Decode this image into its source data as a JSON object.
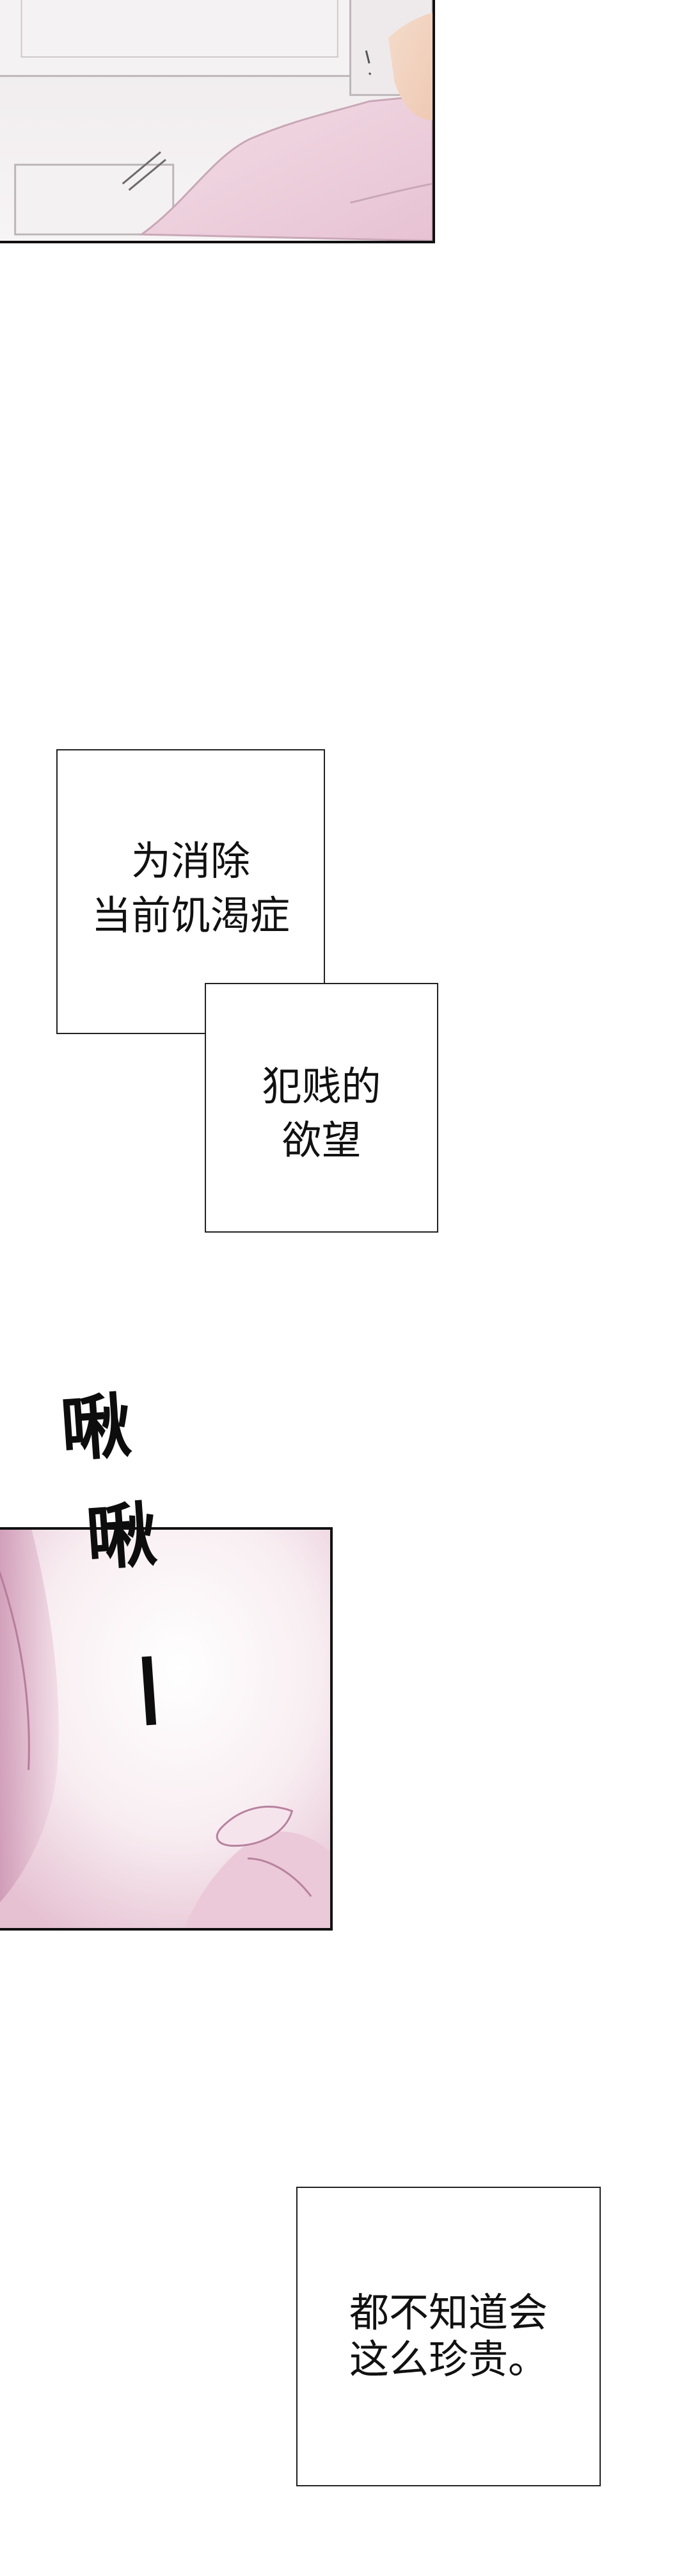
{
  "captions": {
    "first_line1": "为消除",
    "first_line2": "当前饥渴症",
    "second_line1": "犯贱的",
    "second_line2": "欲望",
    "third_line1": "都不知道会",
    "third_line2": "这么珍贵。"
  },
  "sfx": {
    "word1": "啾",
    "word2": "啾",
    "tail": "—"
  }
}
